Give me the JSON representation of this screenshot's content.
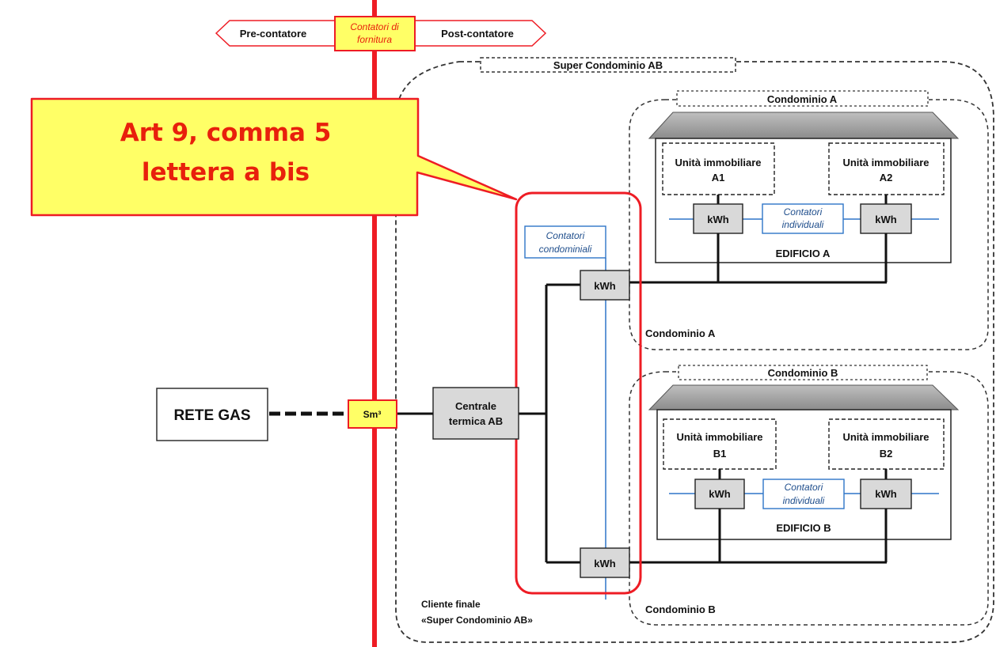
{
  "header": {
    "pre": "Pre-contatore",
    "meters_line1": "Contatori di",
    "meters_line2": "fornitura",
    "post": "Post-contatore"
  },
  "callout": {
    "line1": "Art 9, comma 5",
    "line2": "lettera a bis"
  },
  "super_condominio": "Super Condominio AB",
  "cond_a": {
    "title": "Condominio A",
    "unit1_l1": "Unità immobiliare",
    "unit1_l2": "A1",
    "unit2_l1": "Unità immobiliare",
    "unit2_l2": "A2",
    "meter1": "kWh",
    "meter2": "kWh",
    "contatori_l1": "Contatori",
    "contatori_l2": "individuali",
    "edificio": "EDIFICIO A",
    "footer": "Condominio A"
  },
  "cond_b": {
    "title": "Condominio B",
    "unit1_l1": "Unità immobiliare",
    "unit1_l2": "B1",
    "unit2_l1": "Unità immobiliare",
    "unit2_l2": "B2",
    "meter1": "kWh",
    "meter2": "kWh",
    "contatori_l1": "Contatori",
    "contatori_l2": "individuali",
    "edificio": "EDIFICIO B",
    "footer": "Condominio B"
  },
  "condominiali": {
    "line1": "Contatori",
    "line2": "condominiali",
    "meter_top": "kWh",
    "meter_bottom": "kWh"
  },
  "rete_gas": "RETE GAS",
  "sm3": "Sm³",
  "centrale": {
    "line1": "Centrale",
    "line2": "termica AB"
  },
  "cliente": {
    "line1": "Cliente finale",
    "line2": "«Super Condominio AB»"
  },
  "colors": {
    "red": "#ee1c24",
    "yellow": "#ffff66",
    "callout_text": "#e8200c",
    "blue": "#2e75c8",
    "gray": "#d9d9d9",
    "roof": "#a6a6a6"
  }
}
